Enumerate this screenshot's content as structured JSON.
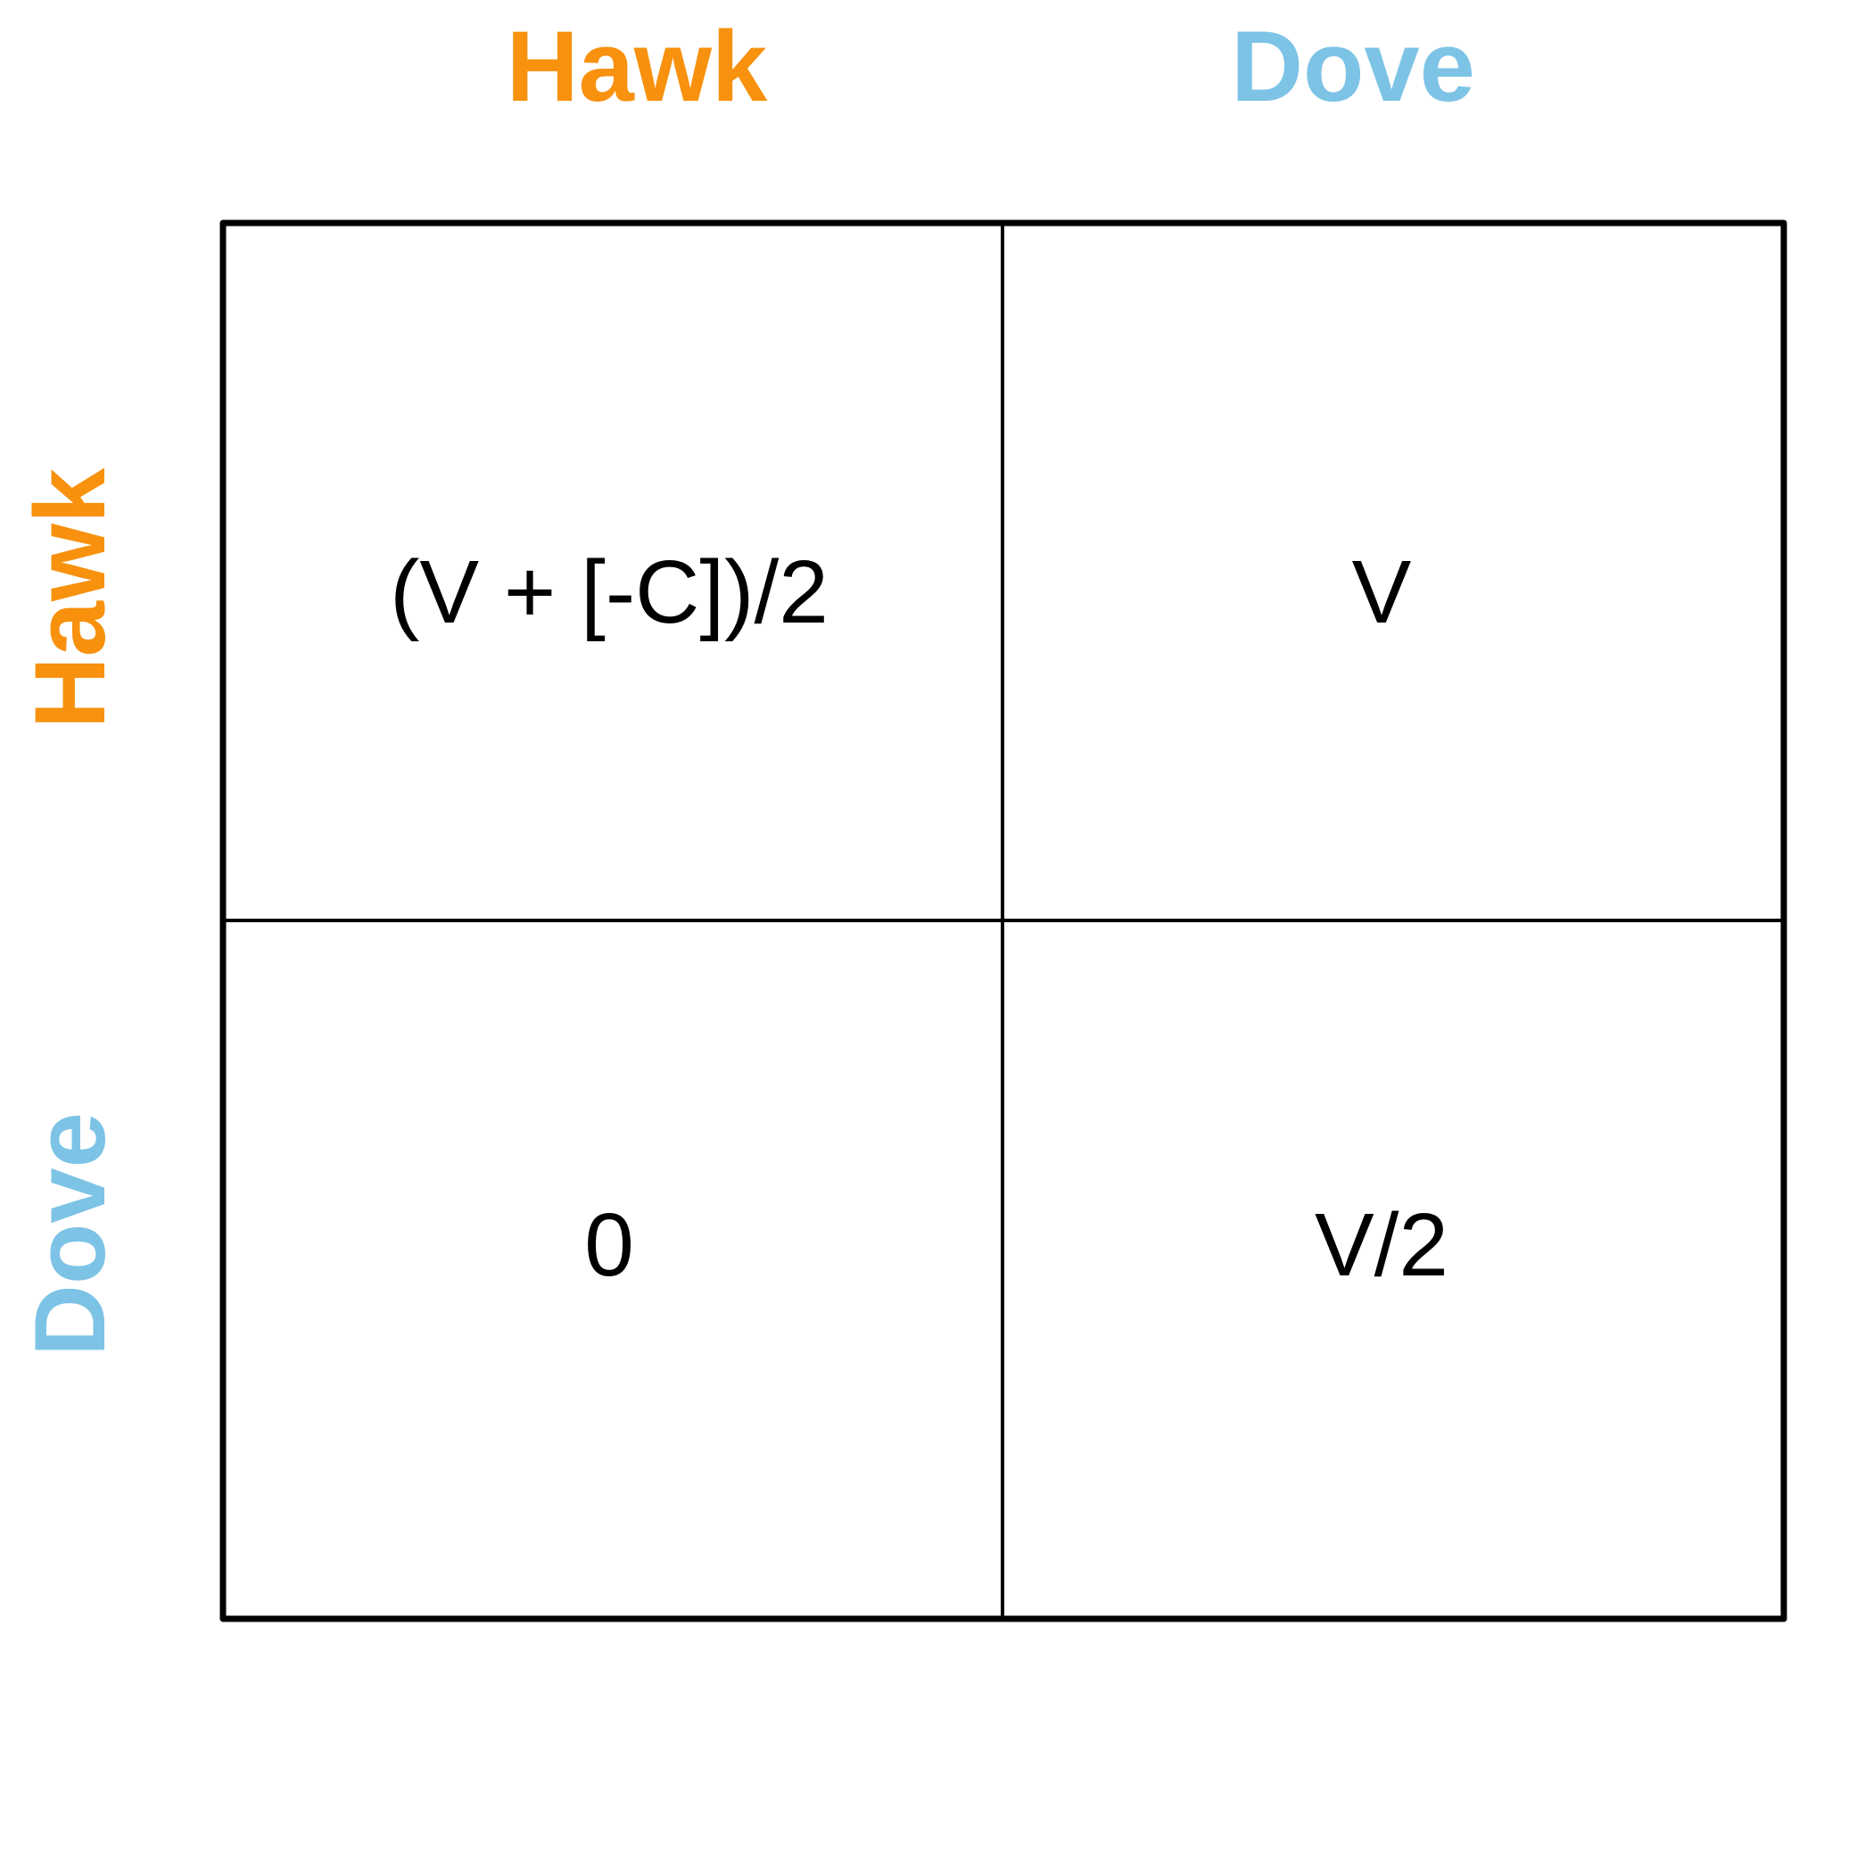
{
  "colors": {
    "hawk": "#F7910E",
    "dove": "#7DC3E6",
    "text": "#000000",
    "grid": "#000000"
  },
  "columns": [
    {
      "label": "Hawk"
    },
    {
      "label": "Dove"
    }
  ],
  "rows": [
    {
      "label": "Hawk"
    },
    {
      "label": "Dove"
    }
  ],
  "payoffs": {
    "hawk_hawk": "(V + [-C])/2",
    "hawk_dove": "V",
    "dove_hawk": "0",
    "dove_dove": "V/2"
  }
}
